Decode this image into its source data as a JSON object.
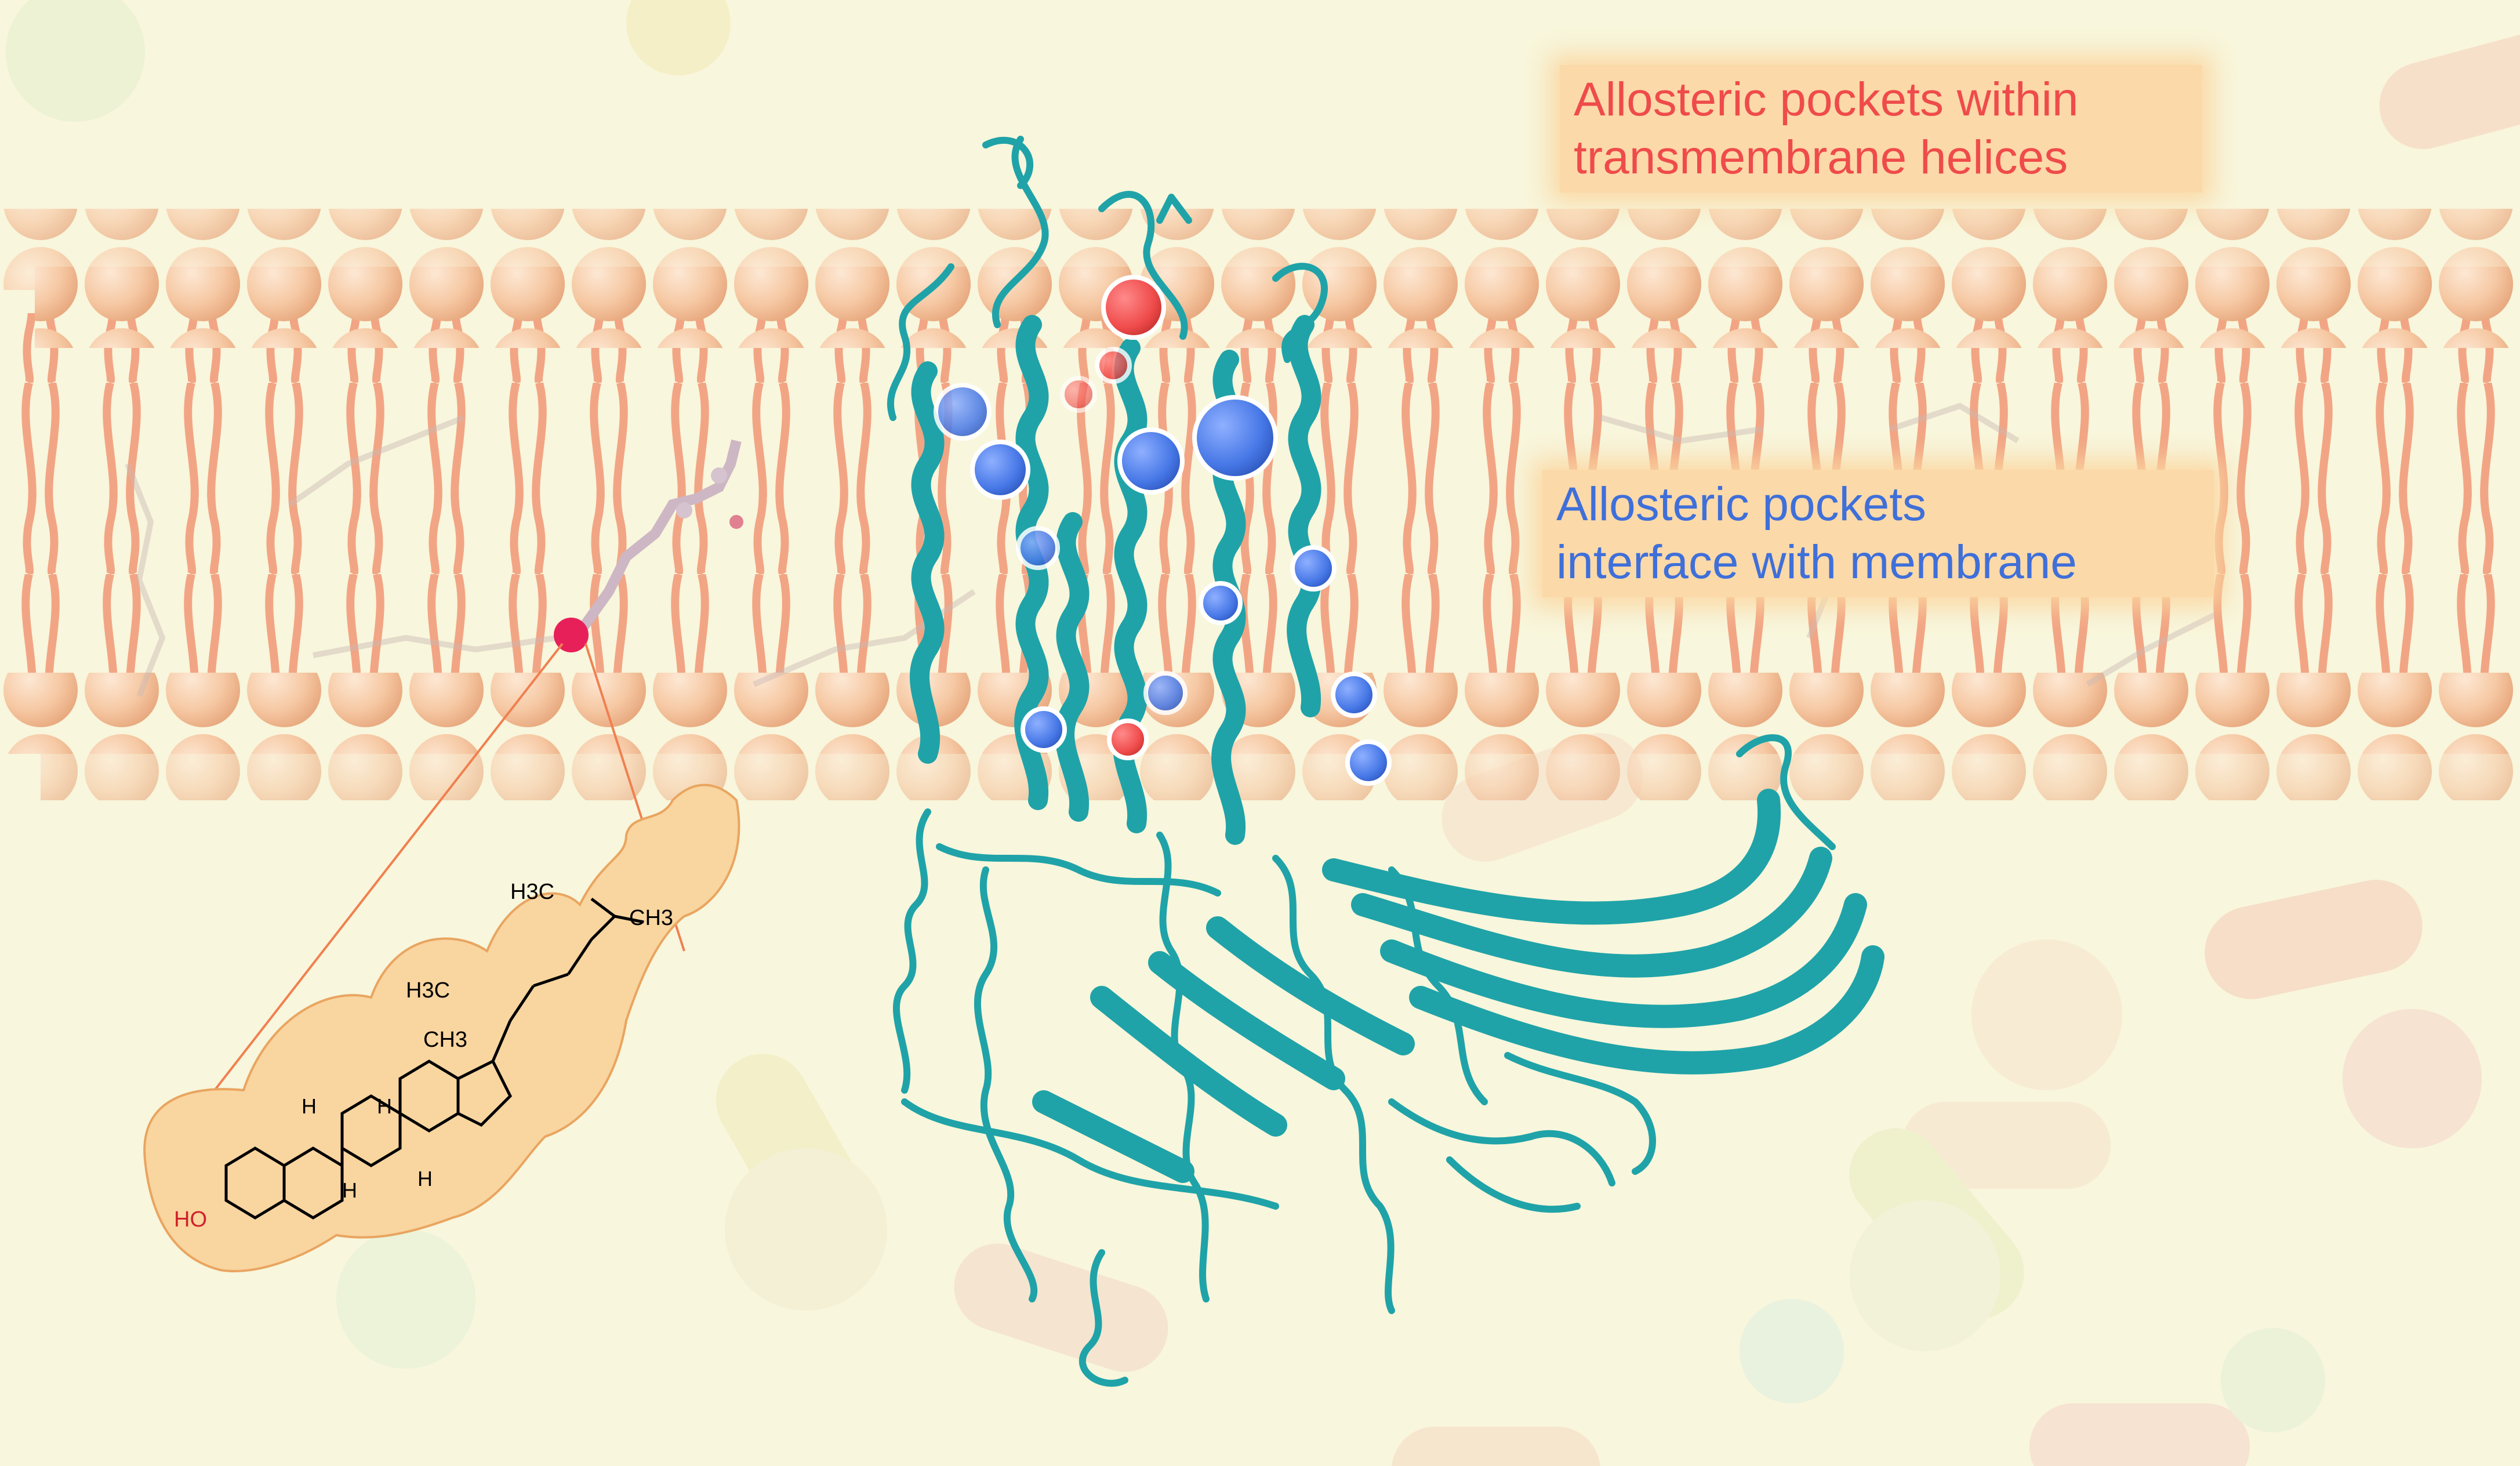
{
  "labels": {
    "transmembrane": [
      "Allosteric pockets within",
      "transmembrane helices"
    ],
    "membrane": [
      "Allosteric pockets",
      "interface with membrane"
    ]
  },
  "molecule": {
    "hydroxyl": "HO",
    "methyl_left": "H3C",
    "methyl_right": "CH3",
    "methyl_side": "H3C",
    "methyl_ring": "CH3",
    "h_labels": [
      "H",
      "H",
      "H",
      "H"
    ]
  },
  "colors": {
    "background": "#f8f6dc",
    "membrane_head": "#f4c39a",
    "membrane_tail": "#f2a584",
    "protein": "#1fa3a8",
    "pocket_tm": "#ef4b4b",
    "pocket_membrane": "#4677e6",
    "label_box": "#fbd9a8",
    "inset_fill": "#f9d5a0"
  },
  "icons": {
    "protein": "ribbon-protein-icon",
    "pockets": "sphere-icon",
    "pills": "capsule-icon"
  }
}
